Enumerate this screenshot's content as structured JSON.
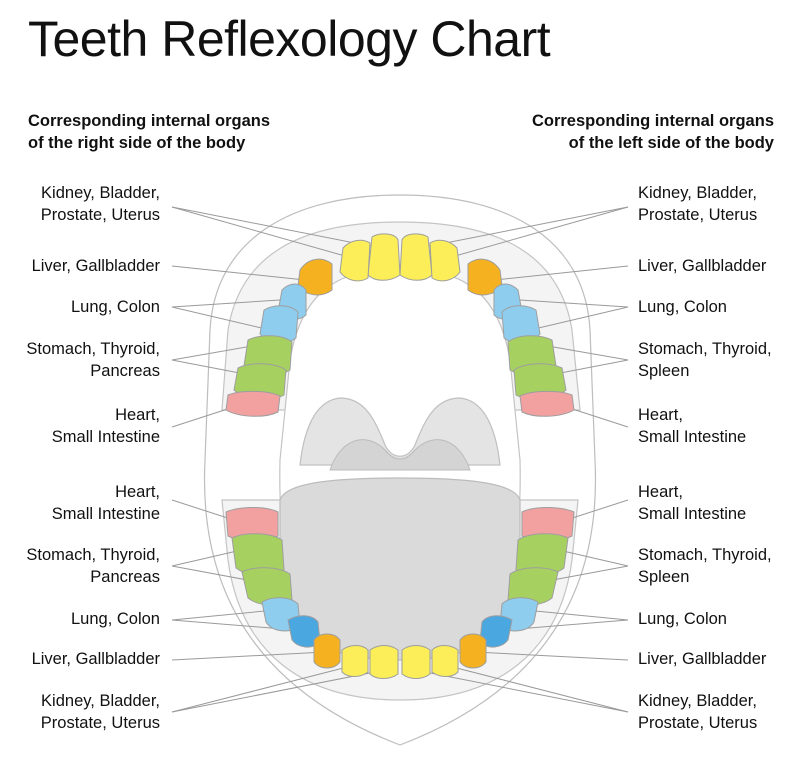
{
  "title": "Teeth Reflexology Chart",
  "headers": {
    "left": [
      "Corresponding internal organs",
      "of the right side of the body"
    ],
    "right": [
      "Corresponding internal organs",
      "of the left side of the body"
    ]
  },
  "labels": {
    "left": [
      [
        "Kidney, Bladder,",
        "Prostate, Uterus"
      ],
      [
        "Liver, Gallbladder"
      ],
      [
        "Lung, Colon"
      ],
      [
        "Stomach, Thyroid,",
        "Pancreas"
      ],
      [
        "Heart,",
        "Small Intestine"
      ],
      [
        "Heart,",
        "Small Intestine"
      ],
      [
        "Stomach, Thyroid,",
        "Pancreas"
      ],
      [
        "Lung, Colon"
      ],
      [
        "Liver, Gallbladder"
      ],
      [
        "Kidney, Bladder,",
        "Prostate, Uterus"
      ]
    ],
    "right": [
      [
        "Kidney, Bladder,",
        "Prostate, Uterus"
      ],
      [
        "Liver, Gallbladder"
      ],
      [
        "Lung, Colon"
      ],
      [
        "Stomach, Thyroid,",
        "Spleen"
      ],
      [
        "Heart,",
        "Small Intestine"
      ],
      [
        "Heart,",
        "Small Intestine"
      ],
      [
        "Stomach, Thyroid,",
        "Spleen"
      ],
      [
        "Lung, Colon"
      ],
      [
        "Liver, Gallbladder"
      ],
      [
        "Kidney, Bladder,",
        "Prostate, Uterus"
      ]
    ]
  },
  "colors": {
    "kidney": "#fbee58",
    "liver": "#f5b120",
    "lung": "#8fcdef",
    "lung_dark": "#4aa7e0",
    "stomach": "#a6d160",
    "heart": "#f2a0a0",
    "gum": "#f4f4f4",
    "outline": "#b5b5b5",
    "palate": "#e4e4e4",
    "tongue": "#dadada"
  }
}
